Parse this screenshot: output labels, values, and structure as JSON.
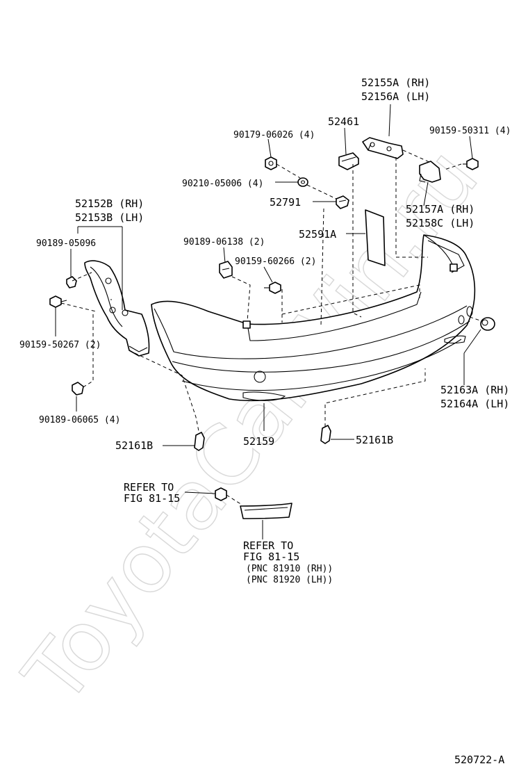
{
  "watermark": "ToyotaCarWin.ru",
  "diagram_id": "520722-A",
  "labels": {
    "p52155A": "52155A (RH)",
    "p52156A": "52156A (LH)",
    "p52461": "52461",
    "p90179": "90179-06026 (4)",
    "p90159_50311": "90159-50311 (4)",
    "p90210": "90210-05006 (4)",
    "p52791": "52791",
    "p52157A": "52157A (RH)",
    "p52158C": "52158C (LH)",
    "p52152B": "52152B (RH)",
    "p52153B": "52153B (LH)",
    "p90189_05096": "90189-05096",
    "p52591A": "52591A",
    "p90189_06138": "90189-06138 (2)",
    "p90159_60266": "90159-60266 (2)",
    "p90159_50267": "90159-50267 (2)",
    "p52163A": "52163A (RH)",
    "p52164A": "52164A (LH)",
    "p90189_06065": "90189-06065 (4)",
    "p52161B_left": "52161B",
    "p52159": "52159",
    "p52161B_right": "52161B",
    "refer1_line1": "REFER TO",
    "refer1_line2": "FIG 81-15",
    "refer2_line1": "REFER TO",
    "refer2_line2": "FIG 81-15",
    "refer2_line3": "(PNC 81910 (RH))",
    "refer2_line4": "(PNC 81920 (LH))"
  }
}
